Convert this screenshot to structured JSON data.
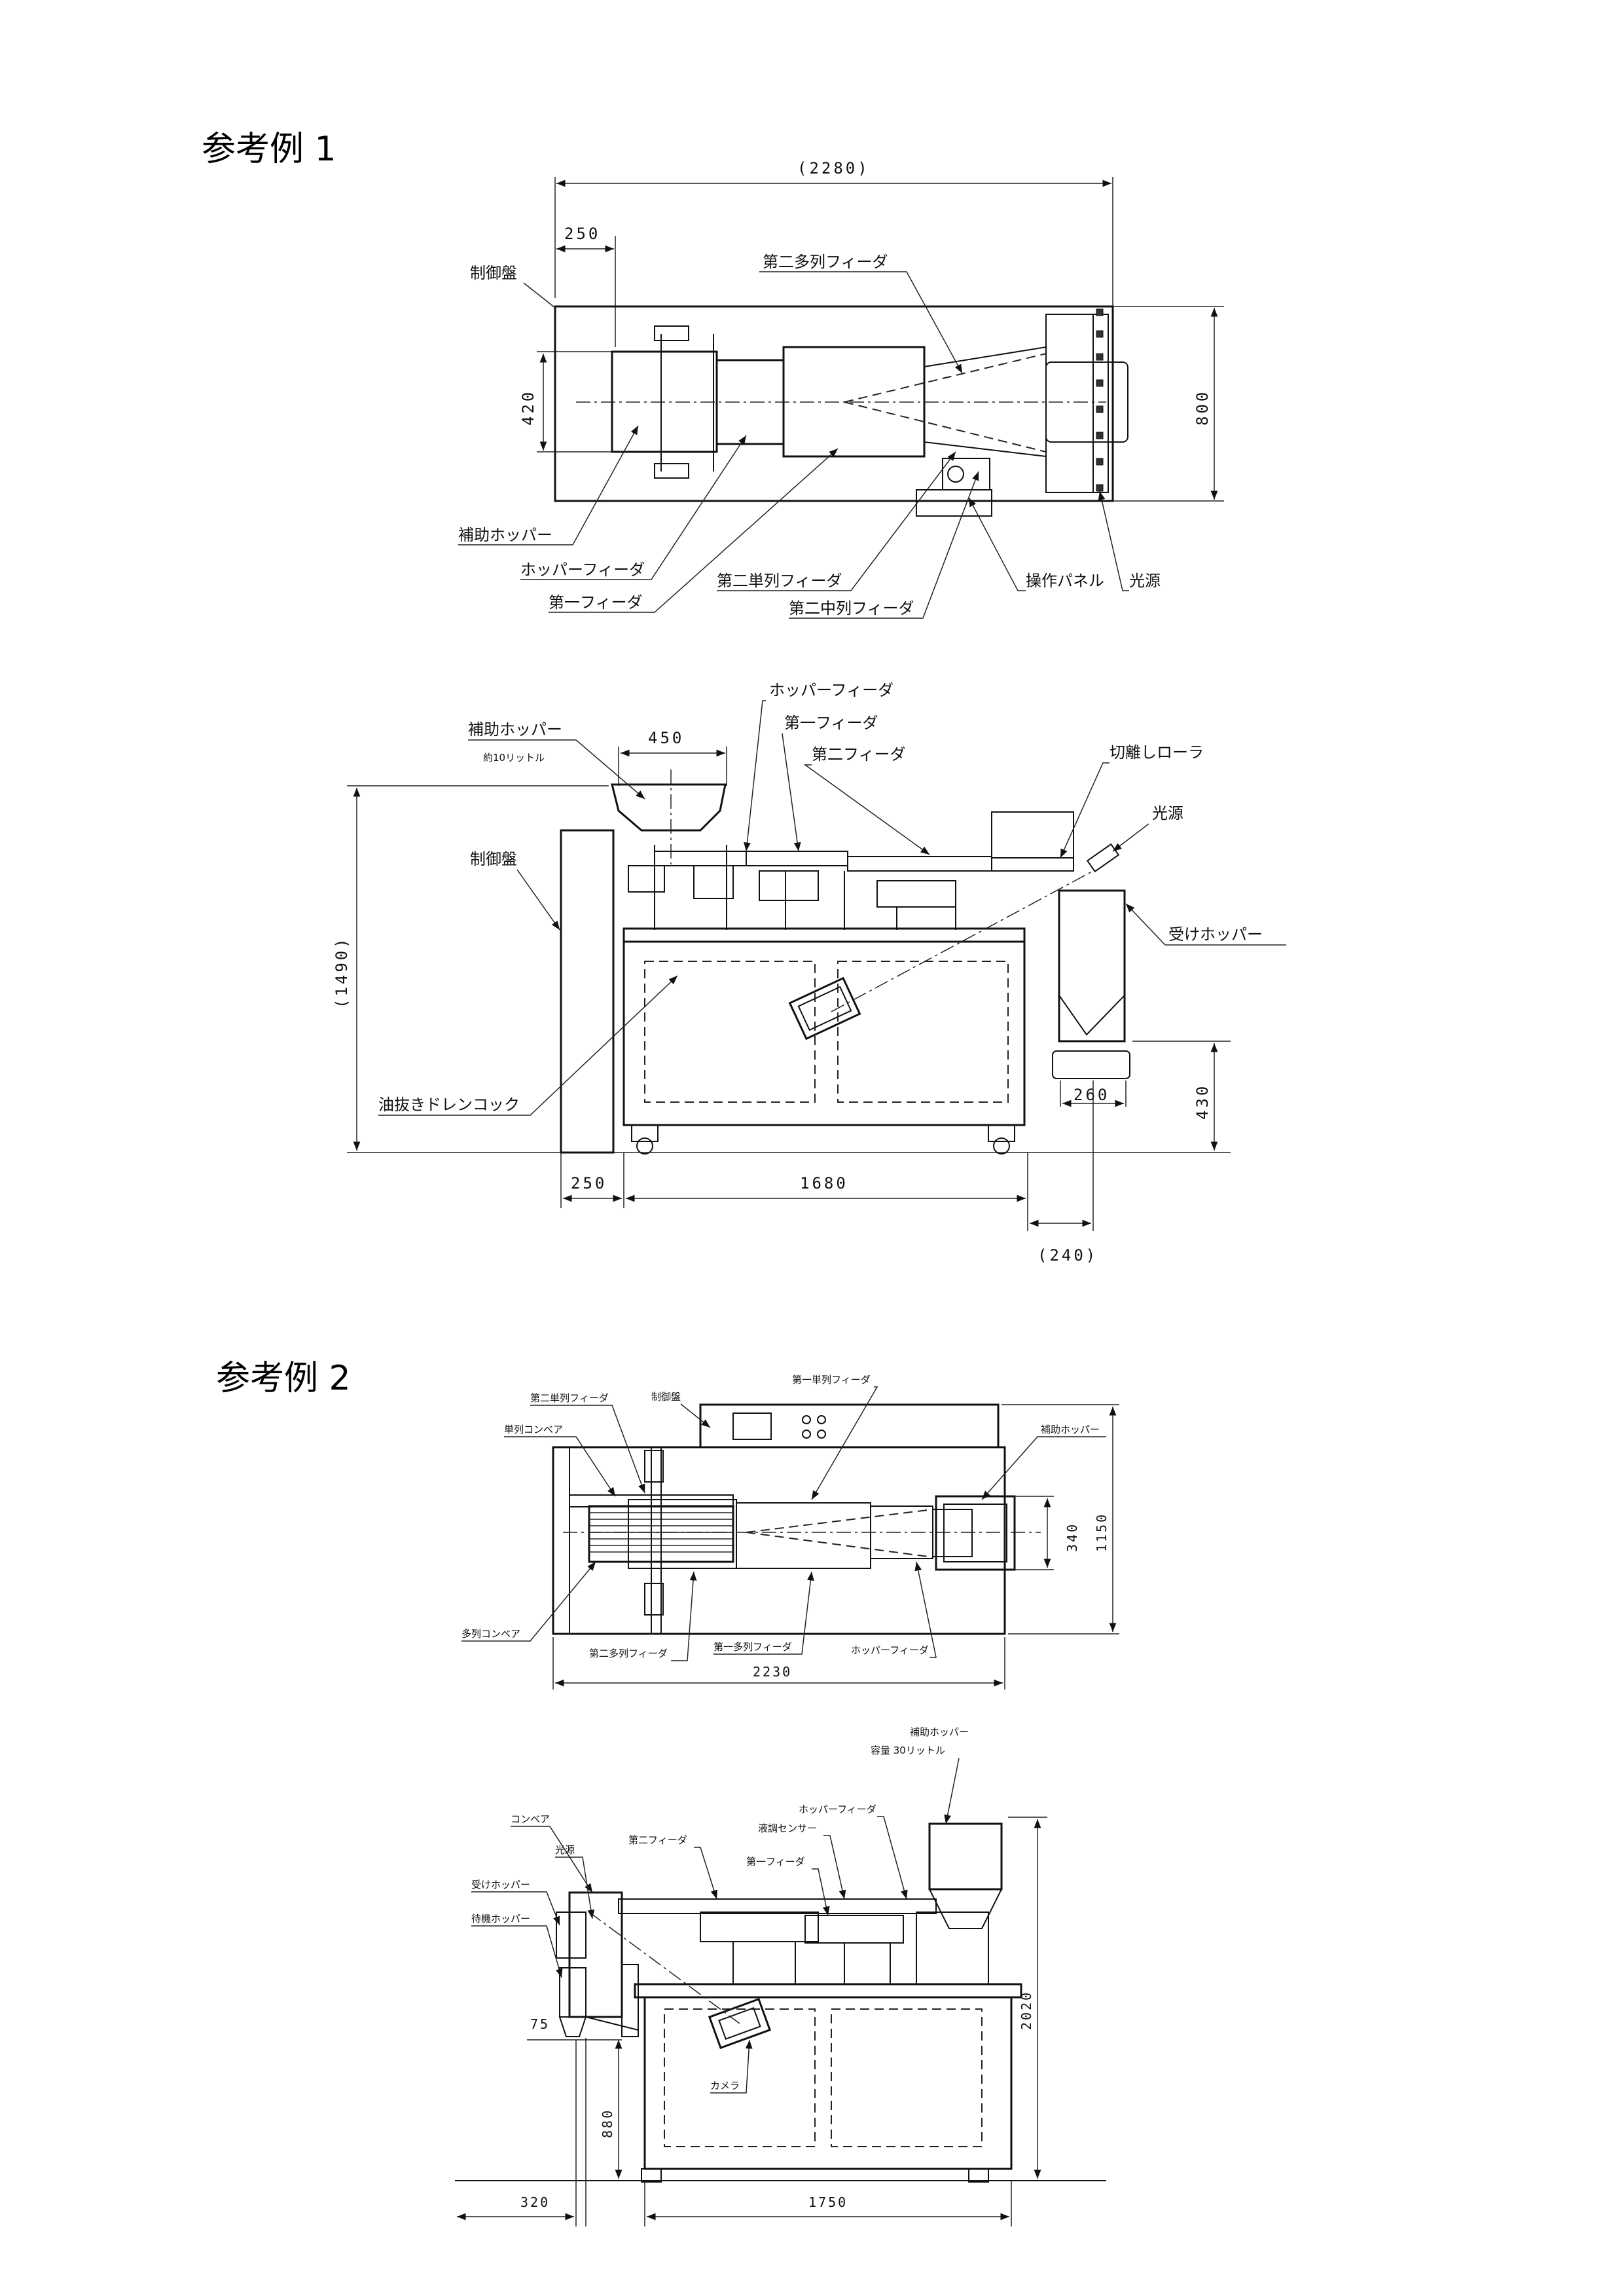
{
  "ex1": {
    "title": "参考例 1",
    "top": {
      "dim_overall": "(2280)",
      "dim_250": "250",
      "dim_420": "420",
      "dim_800": "800",
      "lbl_control": "制御盤",
      "lbl_second_multi": "第二多列フィーダ",
      "lbl_aux_hopper": "補助ホッパー",
      "lbl_hopper_feeder": "ホッパーフィーダ",
      "lbl_first_feeder": "第一フィーダ",
      "lbl_second_single": "第二単列フィーダ",
      "lbl_second_middle": "第二中列フィーダ",
      "lbl_panel": "操作パネル",
      "lbl_light": "光源"
    },
    "side": {
      "lbl_hopper_feeder": "ホッパーフィーダ",
      "lbl_first_feeder": "第一フィーダ",
      "lbl_aux_hopper": "補助ホッパー",
      "lbl_capacity": "約10リットル",
      "dim_450": "450",
      "lbl_second_feeder": "第二フィーダ",
      "lbl_cut_roller": "切離しローラ",
      "lbl_light": "光源",
      "lbl_control": "制御盤",
      "lbl_recv_hopper": "受けホッパー",
      "dim_1490": "(1490)",
      "lbl_drain": "油抜きドレンコック",
      "dim_260": "260",
      "dim_430": "430",
      "dim_250": "250",
      "dim_1680": "1680",
      "dim_240": "(240)"
    }
  },
  "ex2": {
    "title": "参考例 2",
    "top": {
      "lbl_second_single": "第二単列フィーダ",
      "lbl_control": "制御盤",
      "lbl_first_single": "第一単列フィーダ",
      "lbl_single_conv": "単列コンベア",
      "lbl_aux_hopper": "補助ホッパー",
      "dim_340": "340",
      "dim_1150": "1150",
      "lbl_multi_conv": "多列コンベア",
      "lbl_second_multi": "第二多列フィーダ",
      "lbl_first_multi": "第一多列フィーダ",
      "lbl_hopper_feeder": "ホッパーフィーダ",
      "dim_2230": "2230"
    },
    "side": {
      "lbl_aux_hopper": "補助ホッパー",
      "lbl_capacity": "容量 30リットル",
      "lbl_conveyor": "コンベア",
      "lbl_hopper_feeder": "ホッパーフィーダ",
      "lbl_second_feeder": "第二フィーダ",
      "lbl_level_sensor": "液調センサー",
      "lbl_light": "光源",
      "lbl_first_feeder": "第一フィーダ",
      "lbl_recv_hopper": "受けホッパー",
      "lbl_wait_hopper": "待機ホッパー",
      "dim_2020": "2020",
      "dim_75": "75",
      "lbl_camera": "カメラ",
      "dim_880": "880",
      "dim_320": "320",
      "dim_1750": "1750"
    }
  }
}
